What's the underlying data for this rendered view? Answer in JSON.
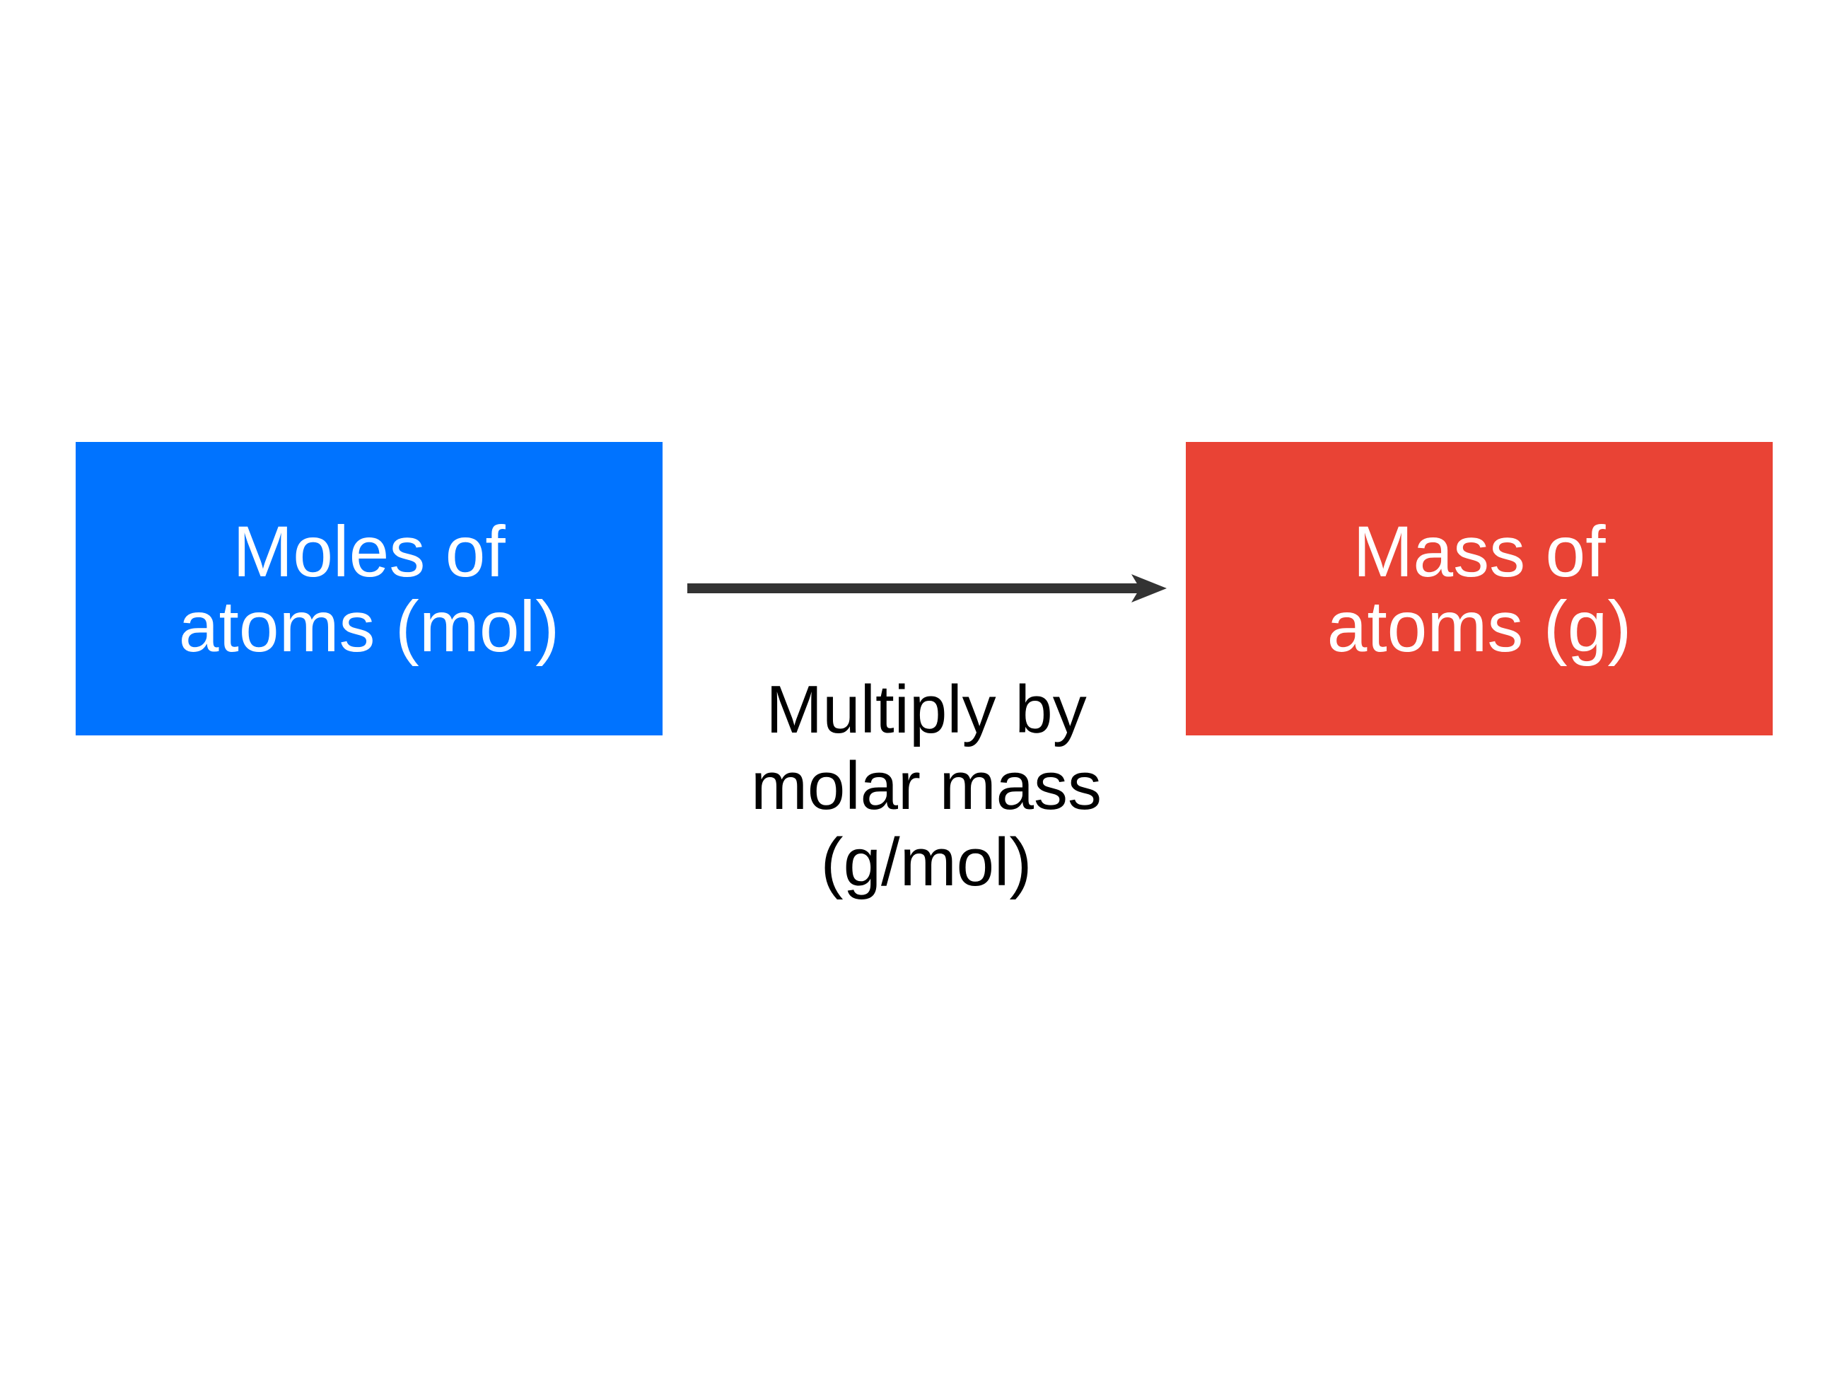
{
  "colors": {
    "source_box": "#0073FF",
    "target_box": "#E94335",
    "arrow": "#333333",
    "box_text": "#FFFFFF",
    "caption_text": "#000000"
  },
  "source_box": {
    "lines": [
      "Moles of",
      "atoms (mol)"
    ]
  },
  "target_box": {
    "lines": [
      "Mass of",
      "atoms (g)"
    ]
  },
  "conversion": {
    "lines": [
      "Multiply by",
      "molar mass",
      "(g/mol)"
    ]
  }
}
